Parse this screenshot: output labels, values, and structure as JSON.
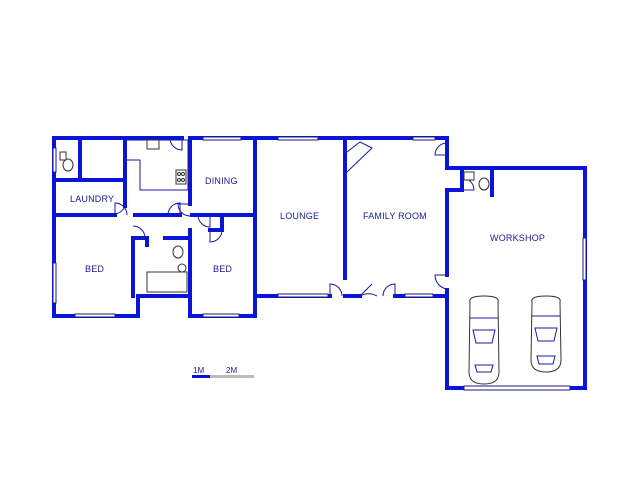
{
  "rooms": {
    "laundry": "LAUNDRY",
    "dining": "DINING",
    "lounge": "LOUNGE",
    "family_room": "FAMILY ROOM",
    "workshop": "WORKSHOP",
    "bed_left": "BED",
    "bed_center": "BED"
  },
  "scale": {
    "one": "1M",
    "two": "2M"
  },
  "colors": {
    "wall": "#0a14d8",
    "text": "#1a1a90"
  }
}
